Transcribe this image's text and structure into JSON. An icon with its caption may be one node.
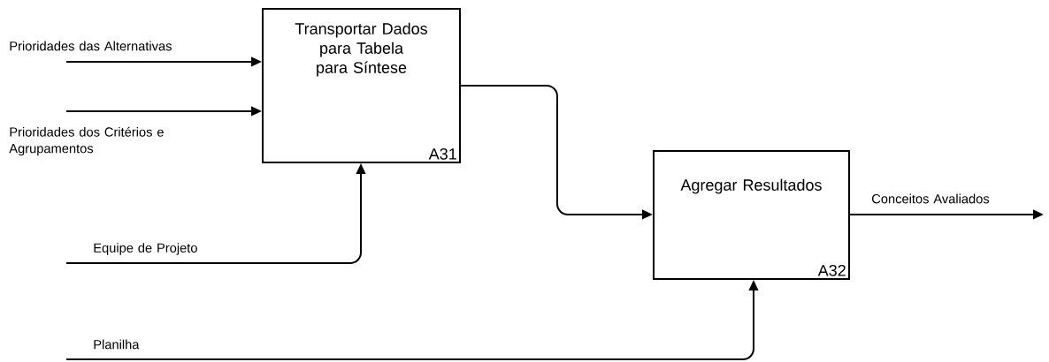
{
  "diagram": {
    "nodes": [
      {
        "text": [
          "Transportar Dados para Tabela para Síntese",
          "A31"
        ]
      },
      {
        "text": [
          "Agregar Resultados",
          "A32"
        ]
      }
    ],
    "edges": [
      {
        "from": null,
        "to": 0,
        "arrow": "to",
        "label": "Prioridades das Alternativas"
      },
      {
        "from": null,
        "to": 0,
        "arrow": "to",
        "label": "Prioridades dos Critérios e Agrupamentos"
      },
      {
        "from": null,
        "to": 0,
        "arrow": "to",
        "label": "Equipe de Projeto"
      },
      {
        "from": 0,
        "to": 1,
        "arrow": "to"
      },
      {
        "from": null,
        "to": 1,
        "arrow": "to",
        "label": "Planilha"
      },
      {
        "from": 1,
        "to": null,
        "arrow": "to",
        "label": "Conceitos Avaliados"
      }
    ]
  }
}
